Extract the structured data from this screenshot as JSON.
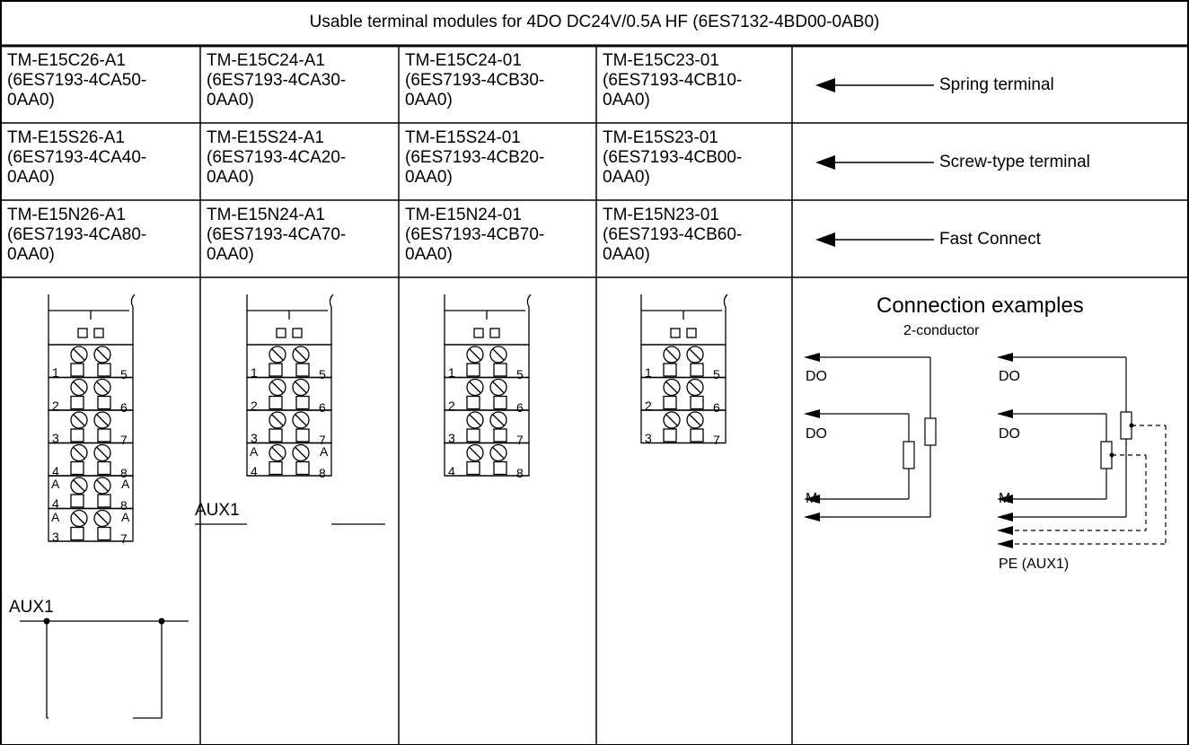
{
  "title": "Usable terminal modules for 4DO DC24V/0.5A HF (6ES7132-4BD00-0AB0)",
  "rows": [
    {
      "cells": [
        [
          "TM-E15C26-A1",
          "(6ES7193-4CA50-",
          "0AA0)"
        ],
        [
          "TM-E15C24-A1",
          "(6ES7193-4CA30-",
          "0AA0)"
        ],
        [
          "TM-E15C24-01",
          "(6ES7193-4CB30-",
          "0AA0)"
        ],
        [
          "TM-E15C23-01",
          "(6ES7193-4CB10-",
          "0AA0)"
        ]
      ],
      "type_label": "Spring terminal"
    },
    {
      "cells": [
        [
          "TM-E15S26-A1",
          "(6ES7193-4CA40-",
          "0AA0)"
        ],
        [
          "TM-E15S24-A1",
          "(6ES7193-4CA20-",
          "0AA0)"
        ],
        [
          "TM-E15S24-01",
          "(6ES7193-4CB20-",
          "0AA0)"
        ],
        [
          "TM-E15S23-01",
          "(6ES7193-4CB00-",
          "0AA0)"
        ]
      ],
      "type_label": "Screw-type terminal"
    },
    {
      "cells": [
        [
          "TM-E15N26-A1",
          "(6ES7193-4CA80-",
          "0AA0)"
        ],
        [
          "TM-E15N24-A1",
          "(6ES7193-4CA70-",
          "0AA0)"
        ],
        [
          "TM-E15N24-01",
          "(6ES7193-4CB70-",
          "0AA0)"
        ],
        [
          "TM-E15N23-01",
          "(6ES7193-4CB60-",
          "0AA0)"
        ]
      ],
      "type_label": "Fast Connect"
    }
  ],
  "modules": [
    {
      "rows": [
        [
          "1",
          "5"
        ],
        [
          "2",
          "6"
        ],
        [
          "3",
          "7"
        ],
        [
          "4",
          "8"
        ],
        [
          "A",
          "A"
        ],
        [
          "A",
          "A"
        ]
      ],
      "pin_bottom": [
        [
          "1",
          "5"
        ],
        [
          "2",
          "6"
        ],
        [
          "3",
          "7"
        ],
        [
          "4",
          "8"
        ],
        [
          "4",
          "8"
        ],
        [
          "3",
          "7"
        ]
      ],
      "aux_label": "AUX1"
    },
    {
      "rows": [
        [
          "1",
          "5"
        ],
        [
          "2",
          "6"
        ],
        [
          "3",
          "7"
        ],
        [
          "A",
          "A"
        ]
      ],
      "pin_bottom": [
        [
          "1",
          "5"
        ],
        [
          "2",
          "6"
        ],
        [
          "3",
          "7"
        ],
        [
          "4",
          "8"
        ]
      ],
      "aux_label": "AUX1"
    },
    {
      "rows": [
        [
          "1",
          "5"
        ],
        [
          "2",
          "6"
        ],
        [
          "3",
          "7"
        ],
        [
          "4",
          "8"
        ]
      ],
      "pin_bottom": [
        [
          "1",
          "5"
        ],
        [
          "2",
          "6"
        ],
        [
          "3",
          "7"
        ],
        [
          "4",
          "8"
        ]
      ]
    },
    {
      "rows": [
        [
          "1",
          "5"
        ],
        [
          "2",
          "6"
        ],
        [
          "3",
          "7"
        ]
      ],
      "pin_bottom": [
        [
          "1",
          "5"
        ],
        [
          "2",
          "6"
        ],
        [
          "3",
          "7"
        ]
      ]
    }
  ],
  "examples": {
    "heading": "Connection examples",
    "subheading": "2-conductor",
    "left": {
      "do1": "DO",
      "do2": "DO",
      "m": "M"
    },
    "right": {
      "do1": "DO",
      "do2": "DO",
      "m": "M",
      "pe": "PE (AUX1)"
    }
  },
  "colors": {
    "line": "#000000",
    "background": "#ffffff"
  }
}
